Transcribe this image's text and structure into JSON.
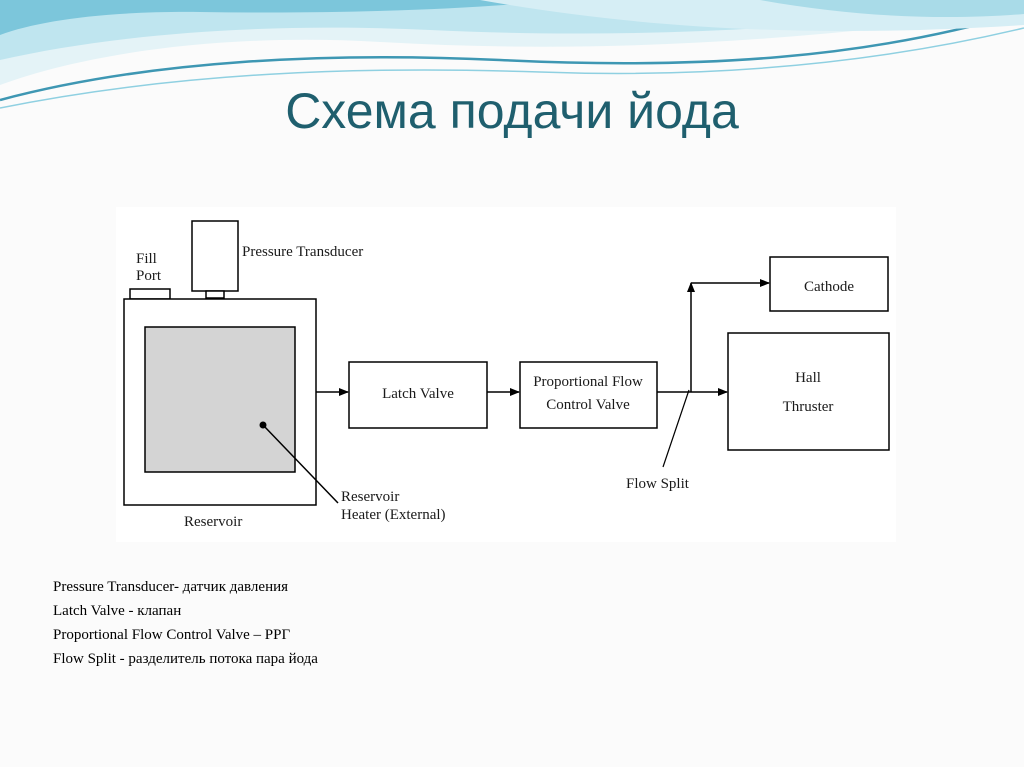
{
  "slide": {
    "title": "Схема подачи йода"
  },
  "diagram": {
    "fill_port": [
      "Fill",
      "Port"
    ],
    "pressure_transducer": "Pressure Transducer",
    "reservoir": "Reservoir",
    "reservoir_heater": [
      "Reservoir",
      "Heater (External)"
    ],
    "latch_valve": "Latch Valve",
    "proportional_flow_control_valve": [
      "Proportional Flow",
      "Control Valve"
    ],
    "flow_split": "Flow Split",
    "cathode": "Cathode",
    "hall_thruster": [
      "Hall",
      "Thruster"
    ]
  },
  "legend": [
    "Pressure Transducer- датчик давления",
    "Latch Valve - клапан",
    "Proportional Flow Control Valve – РРГ",
    "Flow Split -  разделитель потока пара йода"
  ],
  "colors": {
    "title": "#1f5f6e",
    "wave_light": "#bfe5ef",
    "wave_mid": "#7cc6db",
    "wave_dark": "#3e97b3",
    "reservoir_fill": "#d4d4d4"
  }
}
